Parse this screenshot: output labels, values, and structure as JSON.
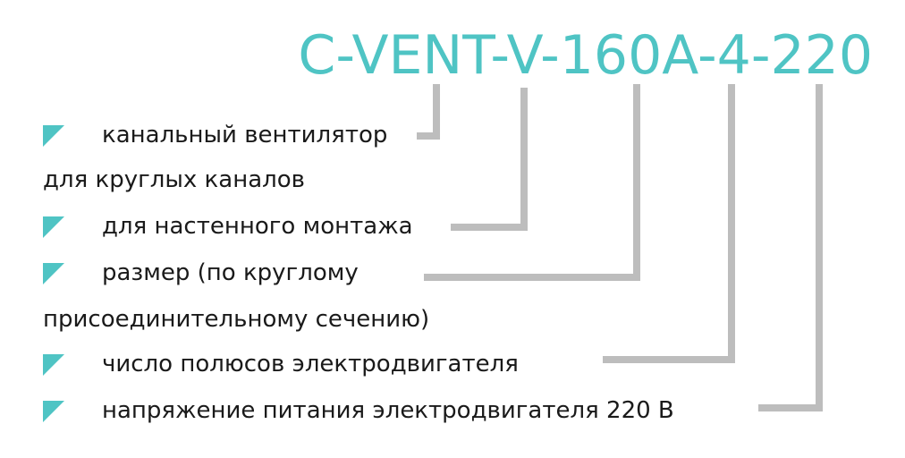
{
  "title": "C-VENT-V-160A-4-220",
  "rows": [
    {
      "text": "канальный вентилятор",
      "bullet": true
    },
    {
      "text": "для круглых каналов",
      "bullet": false
    },
    {
      "text": "для настенного монтажа",
      "bullet": true
    },
    {
      "text": "размер (по круглому",
      "bullet": true
    },
    {
      "text": "присоединительному сечению)",
      "bullet": false
    },
    {
      "text": "число полюсов электродвигателя",
      "bullet": true
    },
    {
      "text": "напряжение питания электродвигателя 220 В",
      "bullet": true
    }
  ],
  "colors": {
    "accent": "#4fc4c4",
    "connector": "#bdbdbd",
    "text": "#1a1a1a"
  },
  "icons": {
    "bullet": "teal-corner-triangle-icon"
  }
}
